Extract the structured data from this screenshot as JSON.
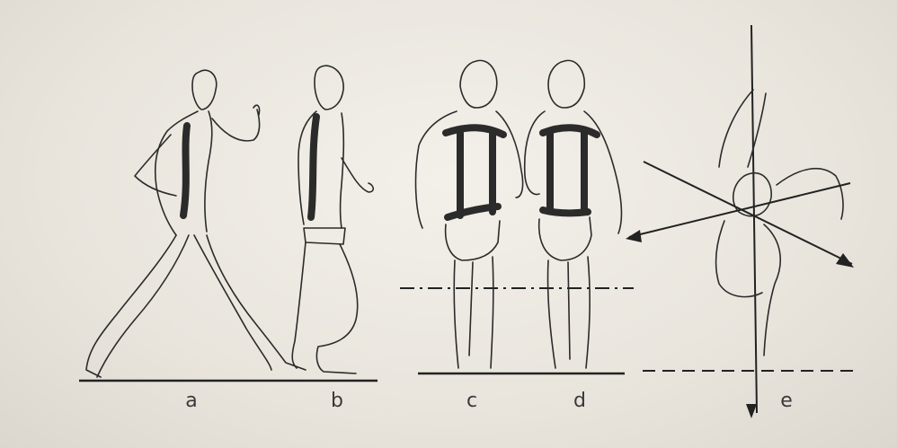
{
  "figure": {
    "labels": [
      "a",
      "b",
      "c",
      "d",
      "e"
    ]
  }
}
